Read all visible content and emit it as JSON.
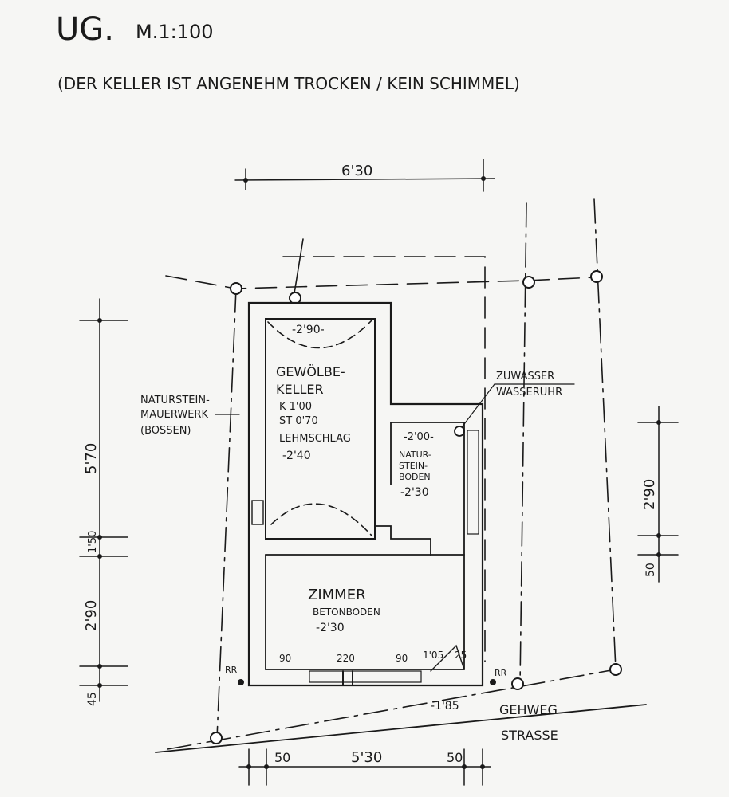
{
  "header": {
    "title": "UG.",
    "scale": "M.1:100",
    "note": "(DER KELLER IST ANGENEHM TROCKEN / KEIN SCHIMMEL)"
  },
  "dimensions": {
    "top_width": "6'30",
    "left_upper": "5'70",
    "left_mid": "1'50",
    "left_lower": "2'90",
    "left_bottom": "45",
    "right_upper": "2'90",
    "right_lower": "50",
    "bottom_left": "50",
    "bottom_mid": "5'30",
    "bottom_right": "50"
  },
  "rooms": {
    "vault": {
      "line1": "GEWÖLBE-",
      "line2": "KELLER",
      "k": "K 1'00",
      "st": "ST 0'70",
      "floor": "LEHMSCHLAG",
      "level": "-2'40",
      "crown": "-2'90-"
    },
    "side": {
      "level": "-2'00-",
      "line1": "NATUR-",
      "line2": "STEIN-",
      "line3": "BODEN",
      "level2": "-2'30"
    },
    "room": {
      "name": "ZIMMER",
      "floor": "BETONBODEN",
      "level": "-2'30"
    }
  },
  "labels": {
    "wall1": "NATURSTEIN-",
    "wall2": "MAUERWERK",
    "wall3": "(BOSSEN)",
    "water1": "ZUWASSER",
    "water2": "WASSERUHR",
    "rr_left": "RR",
    "rr_right": "RR",
    "sidewalk": "GEHWEG",
    "street": "STRASSE",
    "entry_level": "-1'85"
  },
  "openings": {
    "w90a": "90",
    "w220": "220",
    "w90b": "90",
    "w105": "1'05",
    "w25": "25"
  }
}
